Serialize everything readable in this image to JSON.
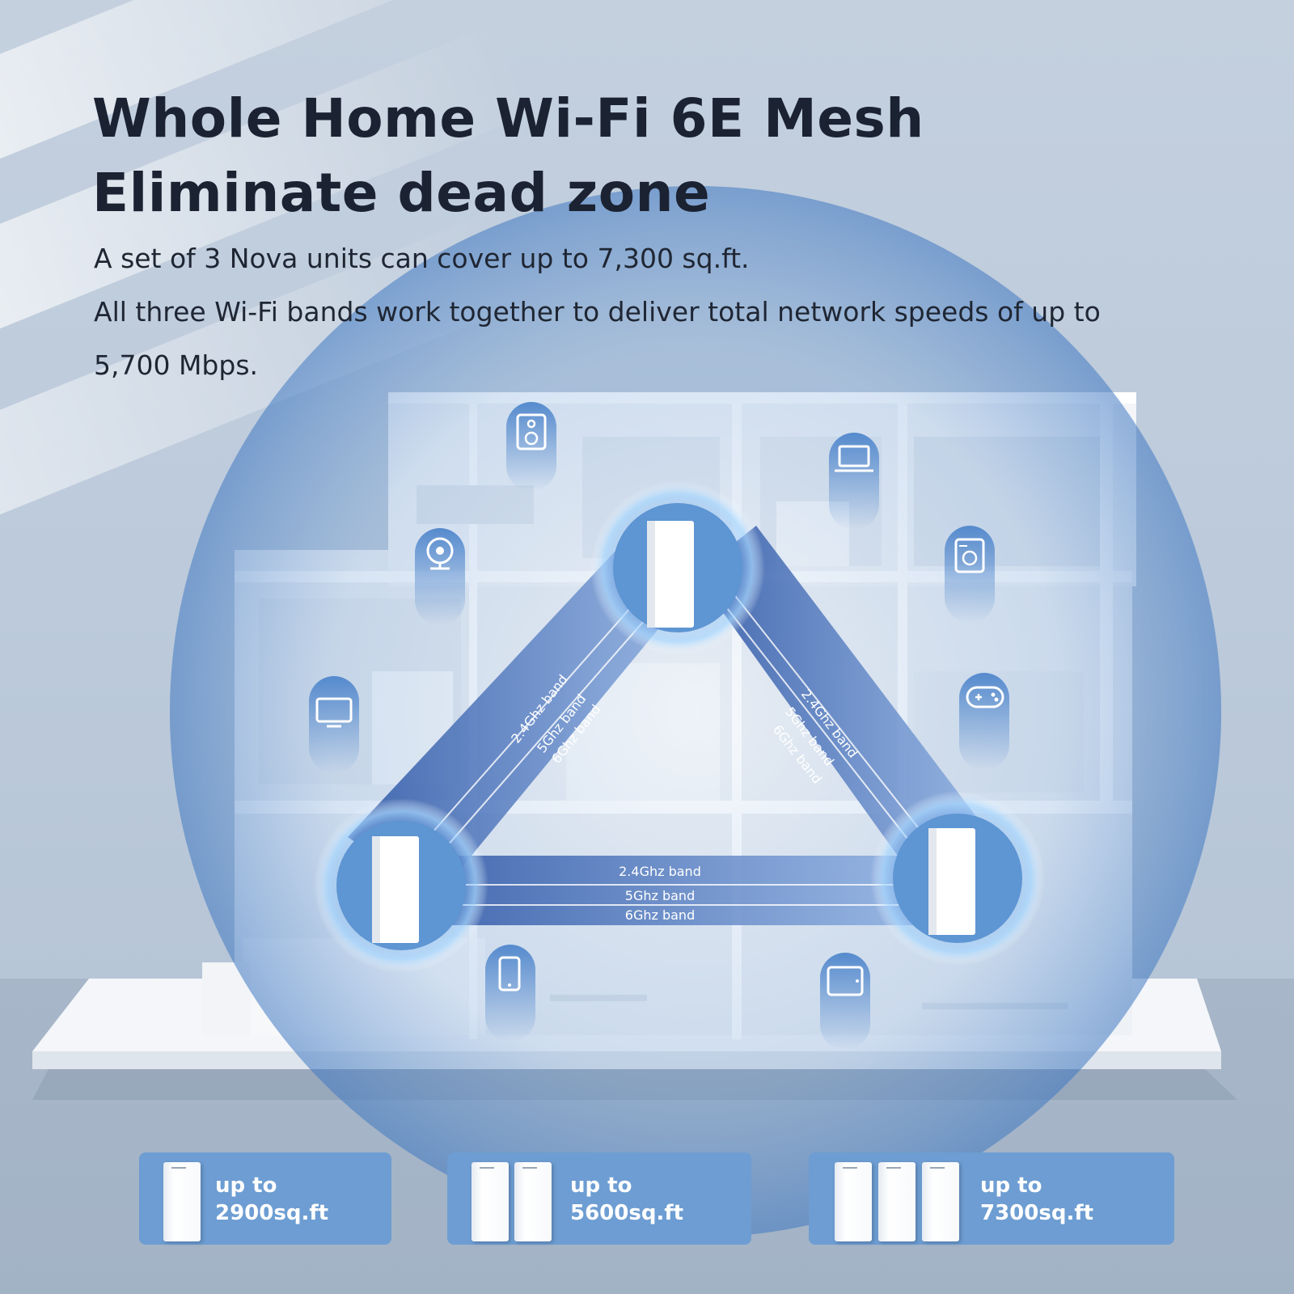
{
  "headline": {
    "line1": "Whole Home Wi-Fi 6E Mesh",
    "line2": "Eliminate dead zone"
  },
  "description": {
    "line1": "A set of 3 Nova units can cover up to 7,300 sq.ft.",
    "line2": "All three Wi-Fi bands work together to deliver total network speeds of up to",
    "line3": "5,700 Mbps."
  },
  "bands": {
    "left": [
      "2.4Ghz band",
      "5Ghz band",
      "6Ghz band"
    ],
    "right": [
      "2.4Ghz band",
      "5Ghz band",
      "6Ghz band"
    ],
    "bottom": [
      "2.4Ghz band",
      "5Ghz band",
      "6Ghz band"
    ]
  },
  "device_icons": [
    "speaker-icon",
    "webcam-icon",
    "laptop-icon",
    "washing-machine-icon",
    "tv-icon",
    "gamepad-icon",
    "smartphone-icon",
    "tablet-icon"
  ],
  "coverage": [
    {
      "units": 1,
      "prefix": "up to",
      "area": "2900sq.ft"
    },
    {
      "units": 2,
      "prefix": "up to",
      "area": "5600sq.ft"
    },
    {
      "units": 3,
      "prefix": "up to",
      "area": "7300sq.ft"
    }
  ],
  "colors": {
    "coverage_bubble": "#5f93d0",
    "band_dark": "#2a53a4",
    "band_light": "#8fb1e2",
    "card": "#6d9dd2",
    "title": "#1b2231"
  }
}
